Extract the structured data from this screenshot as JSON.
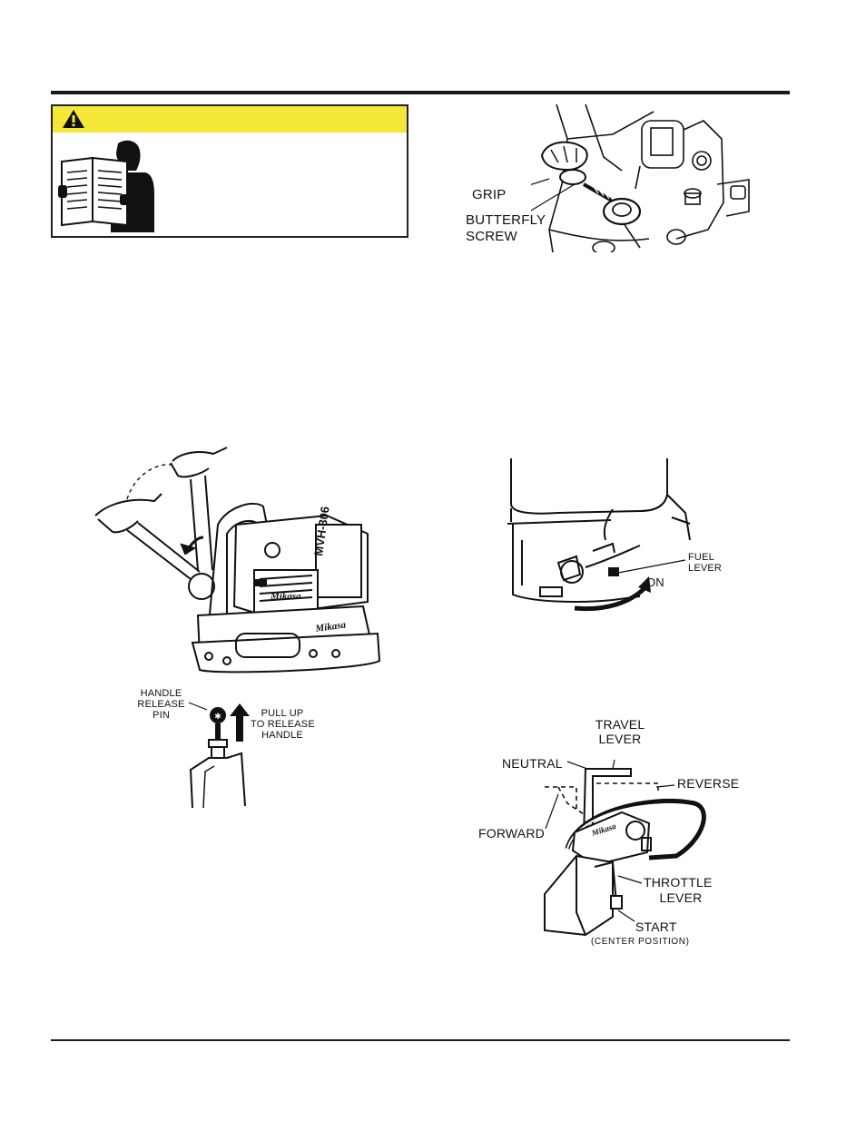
{
  "colors": {
    "caution_yellow": "#f5e63a",
    "line": "#1a1a1a"
  },
  "icons": [
    "warning-triangle-icon",
    "manual-reader-icon"
  ],
  "fig_grip": {
    "grip": "GRIP",
    "butterfly_1": "BUTTERFLY",
    "butterfly_2": "SCREW"
  },
  "fig_handle": {
    "pin_1": "HANDLE",
    "pin_2": "RELEASE",
    "pin_3": "PIN",
    "pull_1": "PULL UP",
    "pull_2": "TO RELEASE",
    "pull_3": "HANDLE",
    "model": "MVH-306",
    "brand": "Mikasa"
  },
  "fig_fuel": {
    "fuel_1": "FUEL",
    "fuel_2": "LEVER",
    "on": "ON"
  },
  "fig_travel": {
    "travel_1": "TRAVEL",
    "travel_2": "LEVER",
    "neutral": "NEUTRAL",
    "reverse": "REVERSE",
    "forward": "FORWARD",
    "throttle_1": "THROTTLE",
    "throttle_2": "LEVER",
    "start": "START",
    "center": "(CENTER POSITION)",
    "brand": "Mikasa"
  }
}
